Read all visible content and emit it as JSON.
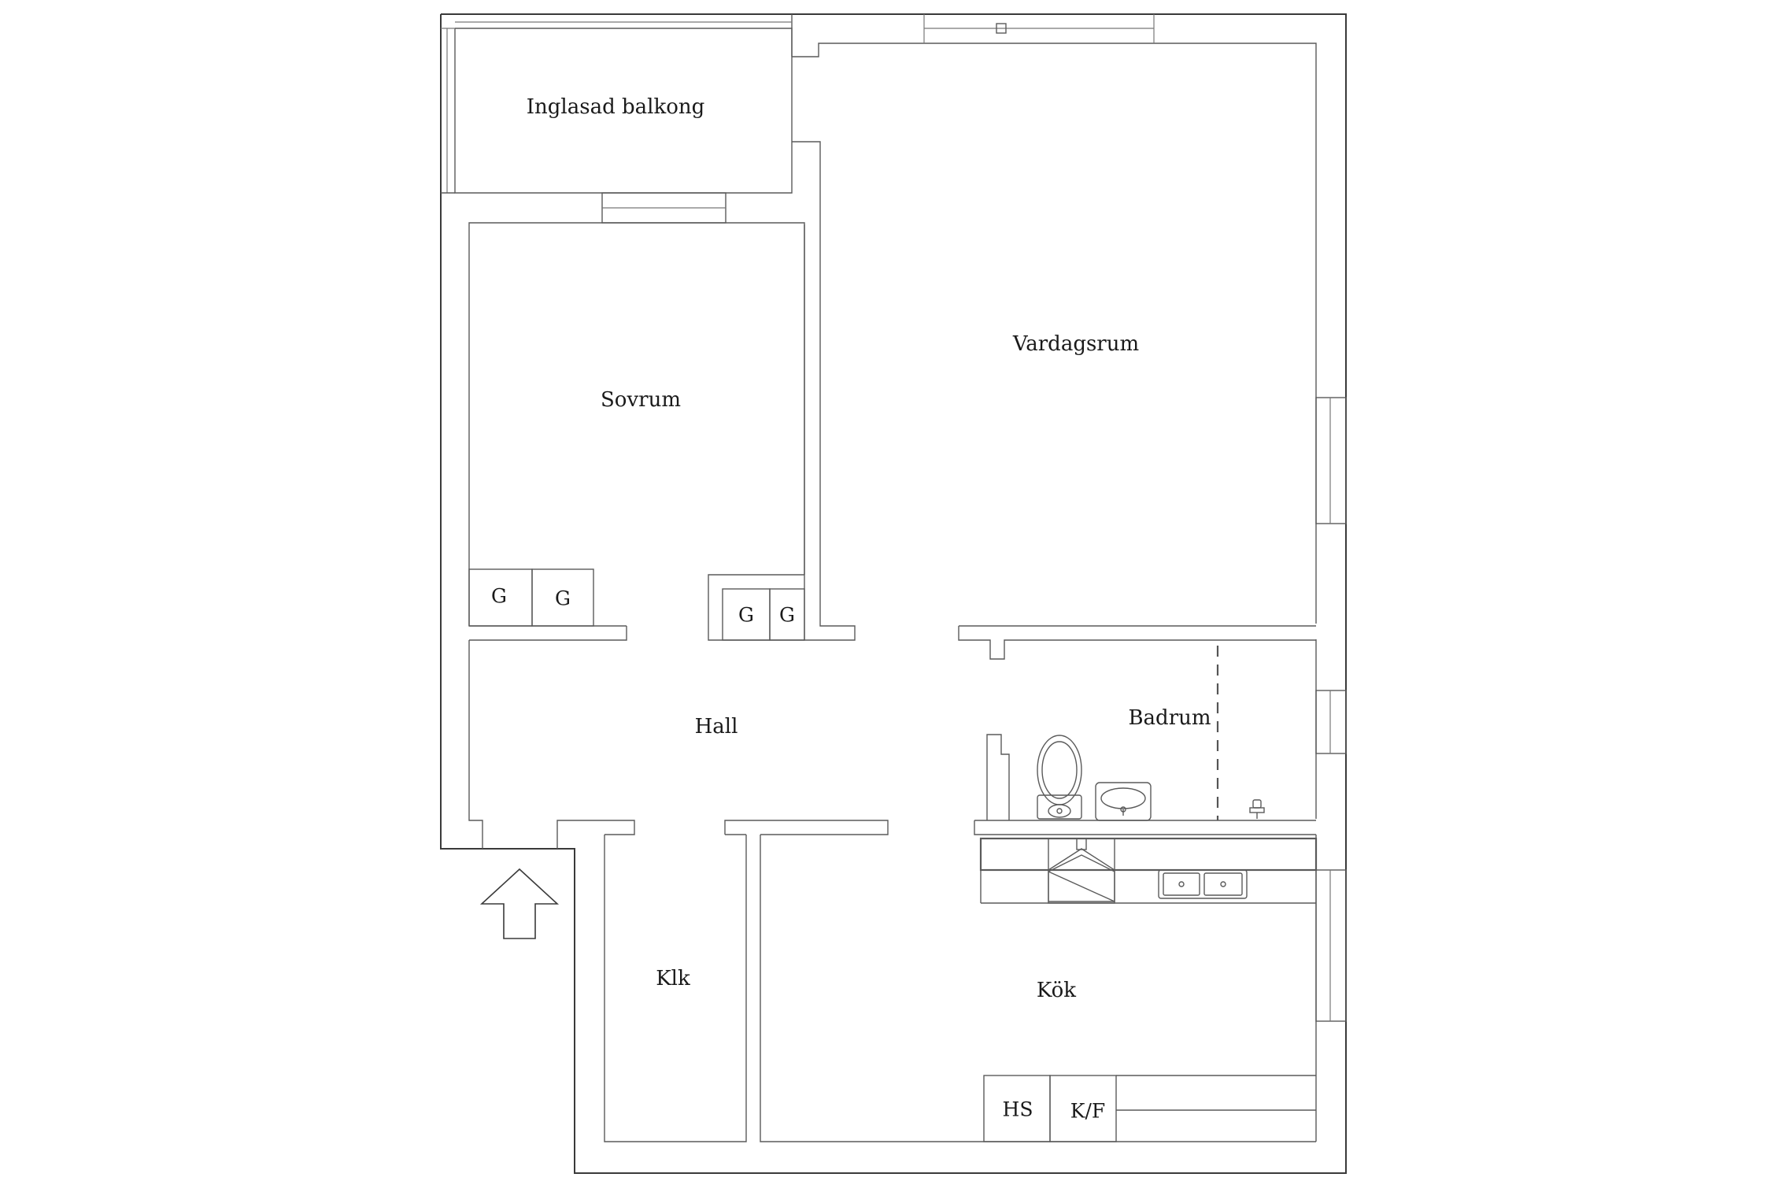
{
  "rooms": {
    "balcony": "Inglasad balkong",
    "bedroom": "Sovrum",
    "living": "Vardagsrum",
    "hall": "Hall",
    "bathroom": "Badrum",
    "closet": "Klk",
    "kitchen": "Kök"
  },
  "storage": {
    "wardrobe_1": "G",
    "wardrobe_2": "G",
    "wardrobe_3": "G",
    "wardrobe_4": "G",
    "hs": "HS",
    "kf": "K/F"
  },
  "icons": {
    "entrance": "entrance-arrow-icon",
    "toilet": "toilet-icon",
    "sink": "washbasin-icon",
    "shower": "shower-icon",
    "stove": "stove-icon",
    "kitchen_sink": "kitchen-sink-icon"
  }
}
